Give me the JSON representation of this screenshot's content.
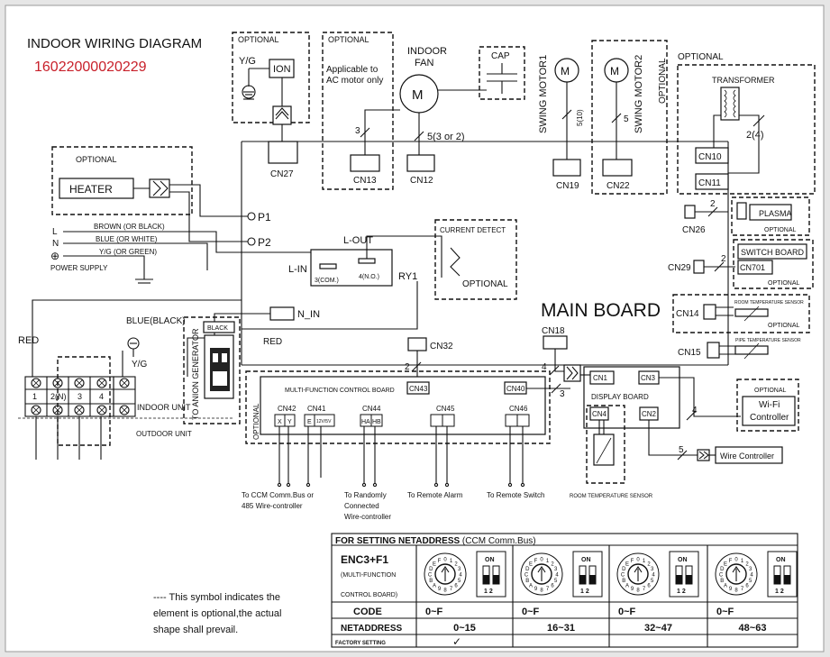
{
  "title": "INDOOR WIRING DIAGRAM",
  "part_number": "16022000020229",
  "colors": {
    "part_number": "#c8202a",
    "paper": "#ffffff",
    "ink": "#111111"
  },
  "labels": {
    "optional": "OPTIONAL",
    "ion_box": "OPTIONAL",
    "yg": "Y/G",
    "ion": "ION",
    "ac_motor_note_1": "Applicable to",
    "ac_motor_note_2": "AC motor only",
    "indoor_fan_1": "INDOOR",
    "indoor_fan_2": "FAN",
    "motor_m": "M",
    "cap": "CAP",
    "swing_motor_1": "SWING MOTOR1",
    "swing_motor_2": "SWING MOTOR2",
    "transformer": "TRANSFORMER",
    "wire_3": "3",
    "wire_5_3or2": "5(3 or 2)",
    "wire_5": "5",
    "wire_5_10": "5(10)",
    "wire_2_4": "2(4)",
    "wire_2": "2",
    "wire_4": "4",
    "cn27": "CN27",
    "cn13": "CN13",
    "cn12": "CN12",
    "cn19": "CN19",
    "cn22": "CN22",
    "cn10": "CN10",
    "cn11": "CN11",
    "heater": "HEATER",
    "p1": "P1",
    "p2": "P2",
    "l": "L",
    "n": "N",
    "brown_black": "BROWN (OR BLACK)",
    "blue_white": "BLUE (OR WHITE)",
    "yg_green": "Y/G (OR GREEN)",
    "power_supply": "POWER SUPPLY",
    "l_out": "L-OUT",
    "l_in": "L-IN",
    "com": "3(COM.)",
    "no": "4(N.O.)",
    "ry1": "RY1",
    "current_detect": "CURRENT DETECT",
    "cn26": "CN26",
    "plasma": "PLASMA",
    "cn29": "CN29",
    "switch_board": "SWITCH BOARD",
    "cn701": "CN701",
    "main_board": "MAIN BOARD",
    "cn14": "CN14",
    "room_temp_pipe": "ROOM TEMPERATURE SENSOR",
    "cn15": "CN15",
    "pipe_temp": "PIPE TEMPERATURE SENSOR",
    "cn18": "CN18",
    "cn32": "CN32",
    "n_in": "N_IN",
    "red": "RED",
    "blue_black": "BLUE(BLACK)",
    "black": "BLACK",
    "anion_gen": "TO ANION GENERATOR",
    "indoor_unit": "INDOOR UNIT",
    "outdoor_unit": "OUTDOOR UNIT",
    "mfcb": "MULTI-FUNCTION CONTROL BOARD",
    "cn43": "CN43",
    "cn40": "CN40",
    "cn42": "CN42",
    "cn41": "CN41",
    "cn44": "CN44",
    "cn45": "CN45",
    "cn46": "CN46",
    "pin_x": "X",
    "pin_y": "Y",
    "pin_e": "E",
    "pin_12v": "12V/5V",
    "pin_ha": "HA",
    "pin_hb": "HB",
    "cn1": "CN1",
    "cn3": "CN3",
    "cn4": "CN4",
    "cn2": "CN2",
    "display_board": "DISPLAY BOARD",
    "wifi_1": "Wi-Fi",
    "wifi_2": "Controller",
    "wire_controller": "Wire Controller",
    "room_temp_sensor": "ROOM TEMPERATURE SENSOR",
    "to_ccm_1": "To CCM Comm.Bus or",
    "to_ccm_2": "485 Wire-controller",
    "to_random_1": "To Randomly",
    "to_random_2": "Connected",
    "to_random_3": "Wire-controller",
    "to_alarm": "To Remote Alarm",
    "to_switch": "To Remote Switch",
    "term_1": "1",
    "term_2n": "2(N)",
    "term_3": "3",
    "term_4": "4",
    "legend_1": "---- This symbol indicates the",
    "legend_2": "element is optional,the actual",
    "legend_3": "shape shall prevail."
  },
  "table": {
    "title_bold": "FOR SETTING NETADDRESS",
    "title_rest": " (CCM Comm.Bus)",
    "row_label_main": "ENC3+F1",
    "row_label_sub1": "(MULTI-FUNCTION",
    "row_label_sub2": "CONTROL BOARD)",
    "dip_on": "ON",
    "dip_12": "1 2",
    "dial_letters": "0123456789ABCDEF",
    "code_label": "CODE",
    "netaddress_label": "NETADDRESS",
    "factory_label": "FACTORY SETTING",
    "codes": [
      "0~F",
      "0~F",
      "0~F",
      "0~F"
    ],
    "ranges": [
      "0~15",
      "16~31",
      "32~47",
      "48~63"
    ],
    "factory": [
      "✓",
      "",
      "",
      ""
    ]
  }
}
